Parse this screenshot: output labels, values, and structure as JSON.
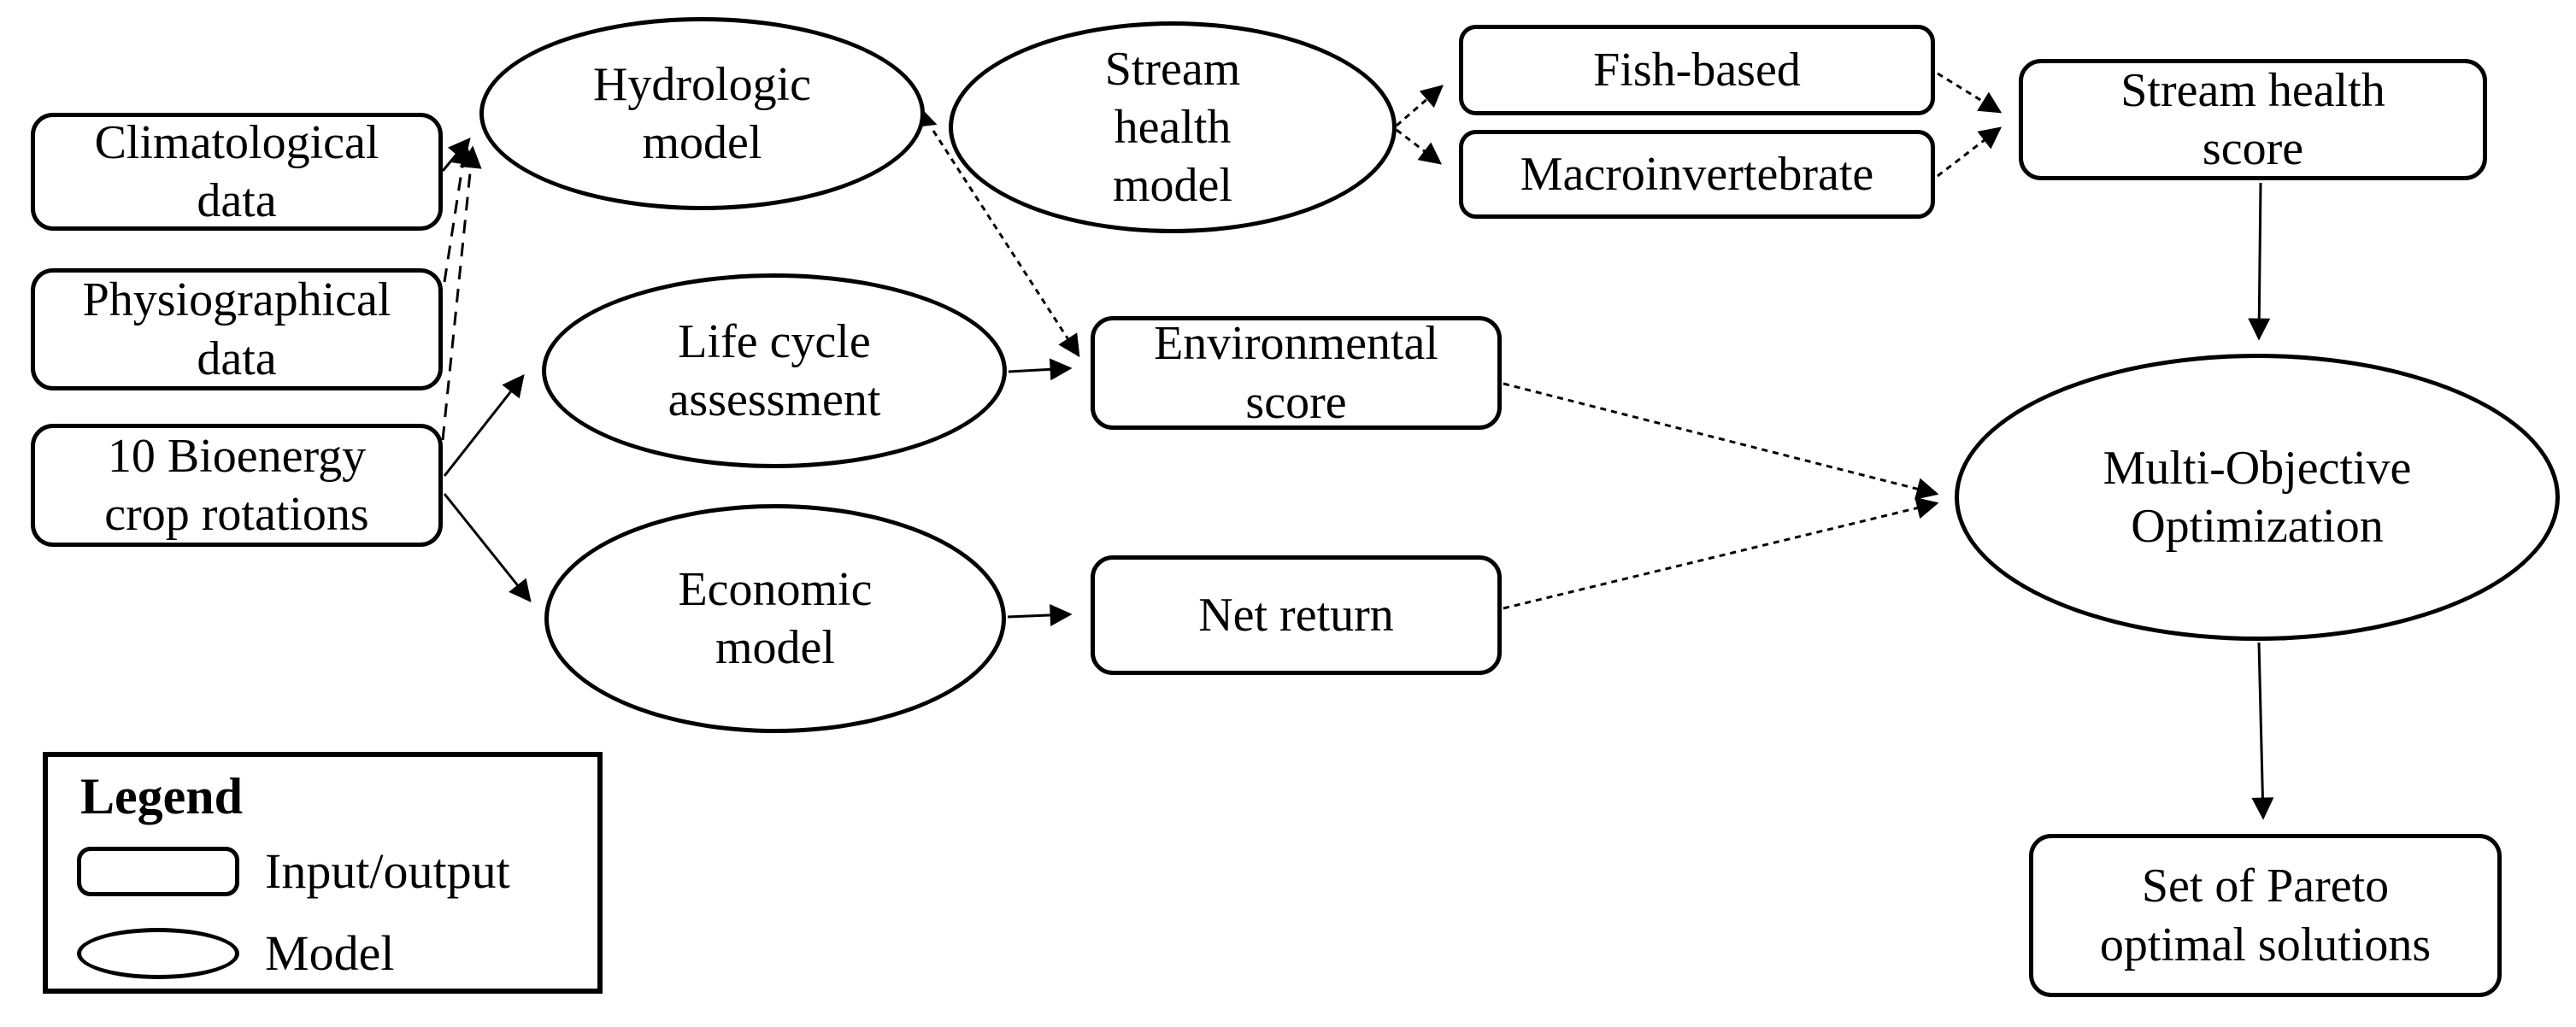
{
  "diagram": {
    "nodes": {
      "climatological": {
        "type": "input-output",
        "lines": [
          "Climatological",
          "data"
        ]
      },
      "physiographical": {
        "type": "input-output",
        "lines": [
          "Physiographical",
          "data"
        ]
      },
      "bioenergy": {
        "type": "input-output",
        "lines": [
          "10 Bioenergy",
          "crop rotations"
        ]
      },
      "hydrologic": {
        "type": "model",
        "lines": [
          "Hydrologic",
          "model"
        ]
      },
      "life_cycle": {
        "type": "model",
        "lines": [
          "Life cycle",
          "assessment"
        ]
      },
      "economic": {
        "type": "model",
        "lines": [
          "Economic",
          "model"
        ]
      },
      "stream_health_model": {
        "type": "model",
        "lines": [
          "Stream",
          "health",
          "model"
        ]
      },
      "fish_based": {
        "type": "input-output",
        "lines": [
          "Fish-based"
        ]
      },
      "macroinvertebrate": {
        "type": "input-output",
        "lines": [
          "Macroinvertebrate"
        ]
      },
      "stream_health_score": {
        "type": "input-output",
        "lines": [
          "Stream health",
          "score"
        ]
      },
      "environmental_score": {
        "type": "input-output",
        "lines": [
          "Environmental",
          "score"
        ]
      },
      "net_return": {
        "type": "input-output",
        "lines": [
          "Net return"
        ]
      },
      "multi_objective_optimization": {
        "type": "model",
        "lines": [
          "Multi-Objective",
          "Optimization"
        ]
      },
      "pareto": {
        "type": "input-output",
        "lines": [
          "Set of Pareto",
          "optimal solutions"
        ]
      }
    },
    "edges": [
      {
        "from": "climatological",
        "to": "hydrologic",
        "style": "solid"
      },
      {
        "from": "physiographical",
        "to": "hydrologic",
        "style": "dashed"
      },
      {
        "from": "bioenergy",
        "to": "hydrologic",
        "style": "dashed"
      },
      {
        "from": "bioenergy",
        "to": "life_cycle",
        "style": "solid"
      },
      {
        "from": "bioenergy",
        "to": "economic",
        "style": "solid"
      },
      {
        "from": "hydrologic",
        "to": "stream_health_model",
        "style": "solid"
      },
      {
        "from": "hydrologic",
        "to": "environmental_score",
        "style": "dotted"
      },
      {
        "from": "life_cycle",
        "to": "environmental_score",
        "style": "solid"
      },
      {
        "from": "economic",
        "to": "net_return",
        "style": "solid"
      },
      {
        "from": "stream_health_model",
        "to": "fish_based",
        "style": "dotted"
      },
      {
        "from": "stream_health_model",
        "to": "macroinvertebrate",
        "style": "dotted"
      },
      {
        "from": "fish_based",
        "to": "stream_health_score",
        "style": "dotted"
      },
      {
        "from": "macroinvertebrate",
        "to": "stream_health_score",
        "style": "dotted"
      },
      {
        "from": "stream_health_score",
        "to": "multi_objective_optimization",
        "style": "solid"
      },
      {
        "from": "environmental_score",
        "to": "multi_objective_optimization",
        "style": "dotted"
      },
      {
        "from": "net_return",
        "to": "multi_objective_optimization",
        "style": "dotted"
      },
      {
        "from": "multi_objective_optimization",
        "to": "pareto",
        "style": "solid"
      }
    ],
    "legend": {
      "title": "Legend",
      "items": [
        {
          "shape": "rounded-rect",
          "label": "Input/output"
        },
        {
          "shape": "ellipse",
          "label": "Model"
        }
      ]
    },
    "colors": {
      "line": "#000000",
      "background": "#ffffff",
      "text": "#000000"
    }
  }
}
